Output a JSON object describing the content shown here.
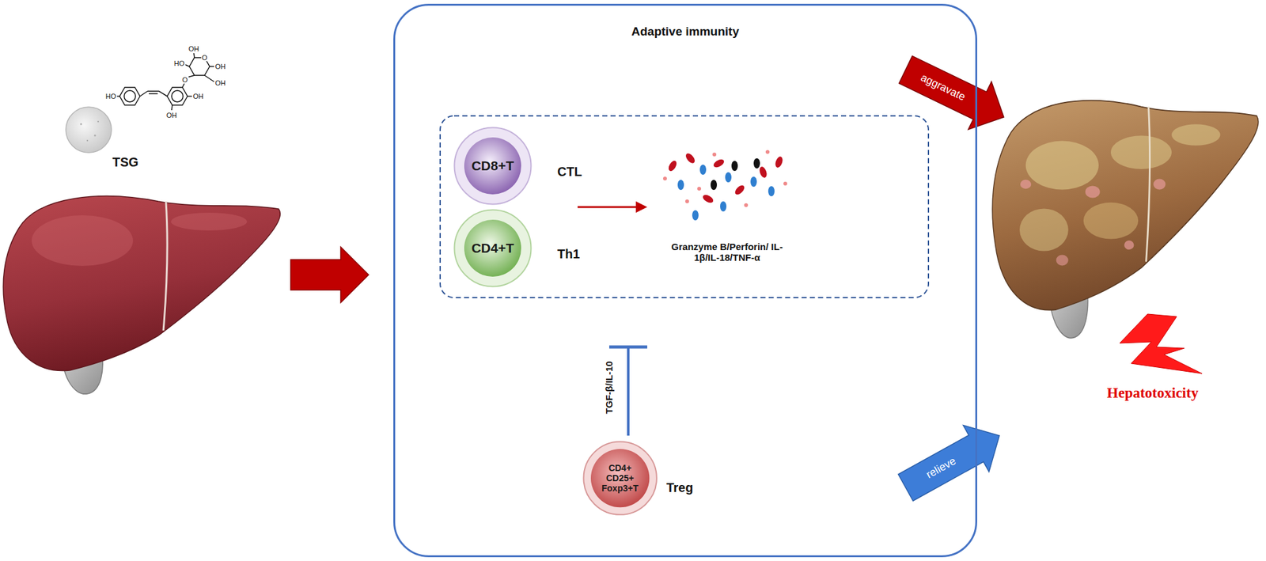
{
  "diagram": {
    "nodes": [
      {
        "text": [
          "Adaptive immunity"
        ]
      },
      {
        "text": [
          "CD8+T",
          "CTL"
        ],
        "in": 0
      },
      {
        "text": [
          "CD4+T",
          "Th1"
        ],
        "in": 0
      },
      {
        "text": [
          "CD4+ CD25+ Foxp3+T",
          "Treg"
        ],
        "in": 0
      },
      {
        "text": [
          "Hepatotoxicity"
        ]
      }
    ],
    "edges": [
      {
        "from": 0,
        "to": 4,
        "label": "aggravate",
        "arrow": "to"
      },
      {
        "from": 0,
        "to": 4,
        "label": "relieve",
        "arrow": "to"
      }
    ],
    "labels": [
      "HO",
      "O",
      "O",
      "HO",
      "OH",
      "OH",
      "OH",
      "OH",
      "OH",
      "TSG",
      "Granzyme B/Perforin/ IL-1β/IL-18/TNF-α",
      "TGF-β/IL-10"
    ]
  }
}
